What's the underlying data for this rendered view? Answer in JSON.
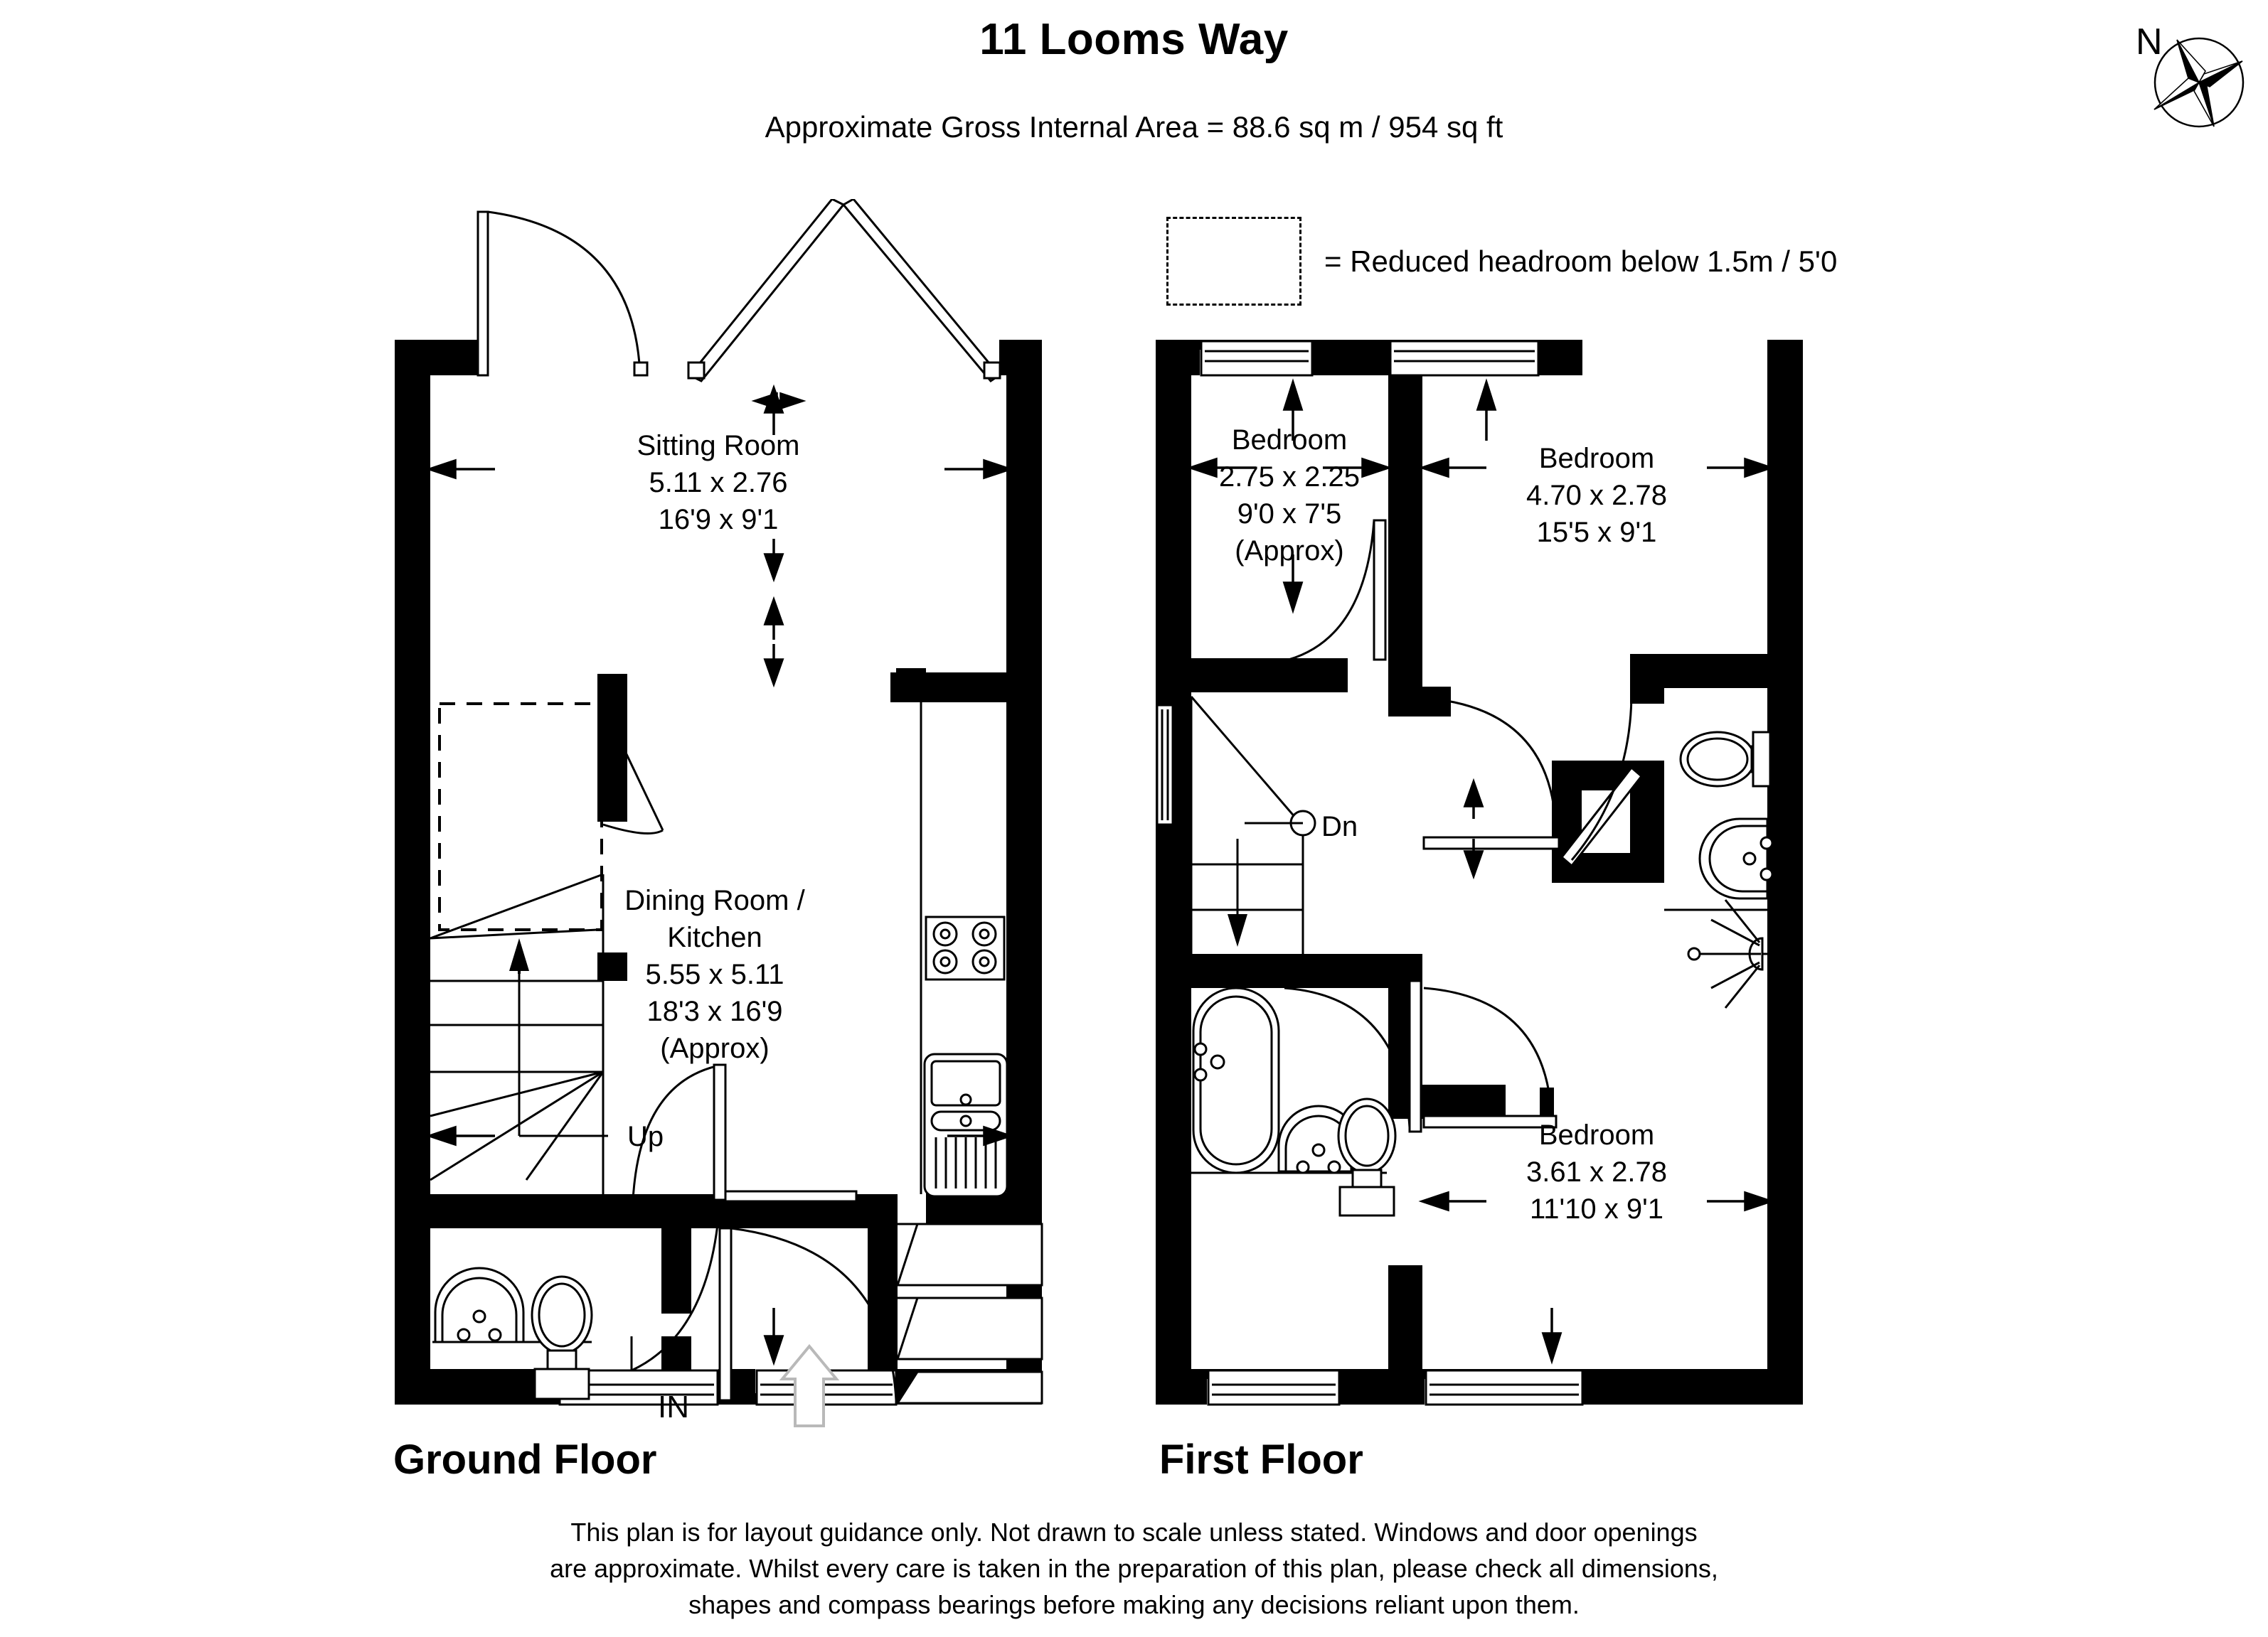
{
  "header": {
    "title": "11 Looms Way",
    "area": "Approximate Gross Internal Area = 88.6 sq m / 954 sq ft"
  },
  "compass": {
    "north_label": "N",
    "icon": "compass-rose-icon"
  },
  "legend": {
    "swatch_style": "dashed-rectangle",
    "text": "= Reduced headroom below 1.5m / 5'0"
  },
  "floors": [
    {
      "id": "ground",
      "caption": "Ground Floor",
      "entrance_label": "IN",
      "stair_label": "Up",
      "rooms": [
        {
          "name": "Sitting Room",
          "metric": "5.11 x 2.76",
          "imperial": "16'9 x 9'1",
          "approx": ""
        },
        {
          "name": "Dining Room /",
          "name2": "Kitchen",
          "metric": "5.55 x 5.11",
          "imperial": "18'3 x 16'9",
          "approx": "(Approx)"
        }
      ],
      "fixtures": [
        "hob-icon",
        "sink-icon",
        "basin-icon",
        "toilet-icon",
        "stairs-icon",
        "front-door-icon",
        "french-doors-icon"
      ]
    },
    {
      "id": "first",
      "caption": "First Floor",
      "stair_label": "Dn",
      "rooms": [
        {
          "name": "Bedroom",
          "metric": "2.75 x 2.25",
          "imperial": "9'0 x 7'5",
          "approx": "(Approx)"
        },
        {
          "name": "Bedroom",
          "metric": "4.70 x 2.78",
          "imperial": "15'5 x 9'1",
          "approx": ""
        },
        {
          "name": "Bedroom",
          "metric": "3.61 x 2.78",
          "imperial": "11'10 x 9'1",
          "approx": ""
        }
      ],
      "fixtures": [
        "bath-icon",
        "basin-icon",
        "toilet-icon",
        "shower-icon",
        "stairs-icon"
      ]
    }
  ],
  "footer": {
    "line1": "This plan is for layout guidance only. Not drawn to scale unless stated. Windows and door openings",
    "line2": "are approximate. Whilst every care is taken in the preparation of this plan, please check all dimensions,",
    "line3": "shapes and compass bearings before making any decisions reliant upon them."
  },
  "colors": {
    "wall": "#000000",
    "background": "#ffffff",
    "line": "#000000"
  }
}
